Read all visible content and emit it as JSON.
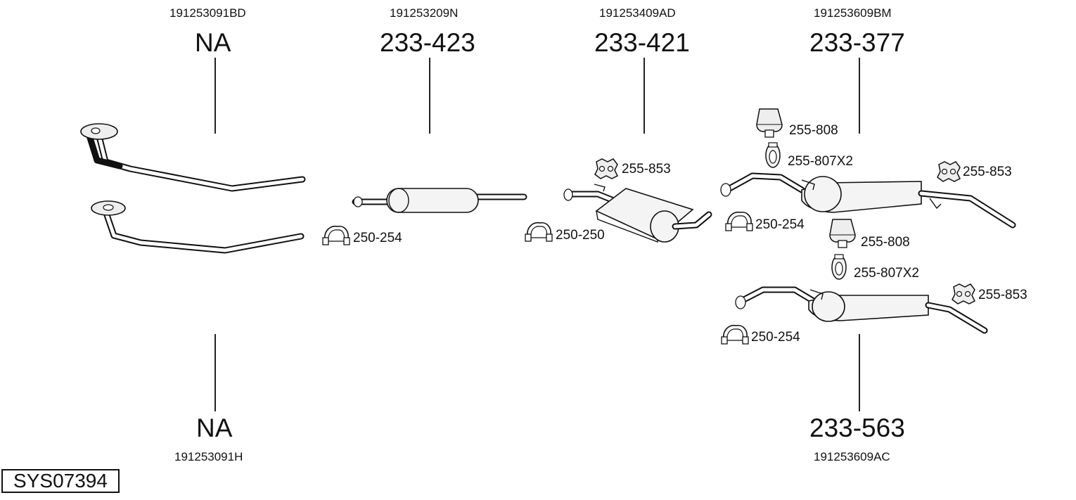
{
  "diagram_code": "SYS07394",
  "top_row": [
    {
      "oem": "191253091BD",
      "part": "NA"
    },
    {
      "oem": "191253209N",
      "part": "233-423"
    },
    {
      "oem": "191253409AD",
      "part": "233-421"
    },
    {
      "oem": "191253609BM",
      "part": "233-377"
    }
  ],
  "bottom_row": [
    {
      "oem": "191253091H",
      "part": "NA"
    },
    {
      "oem": "191253609AC",
      "part": "233-563"
    }
  ],
  "accessories": [
    {
      "code": "250-254",
      "icon": "clamp-icon"
    },
    {
      "code": "250-250",
      "icon": "clamp-icon"
    },
    {
      "code": "255-853",
      "icon": "rubber-mount-icon"
    },
    {
      "code": "250-254",
      "icon": "clamp-icon"
    },
    {
      "code": "255-808",
      "icon": "hanger-buffer-icon"
    },
    {
      "code": "255-807X2",
      "icon": "rubber-ring-icon"
    },
    {
      "code": "255-853",
      "icon": "rubber-mount-icon"
    },
    {
      "code": "255-808",
      "icon": "hanger-buffer-icon"
    },
    {
      "code": "255-807X2",
      "icon": "rubber-ring-icon"
    },
    {
      "code": "255-853",
      "icon": "rubber-mount-icon"
    },
    {
      "code": "250-254",
      "icon": "clamp-icon"
    }
  ]
}
